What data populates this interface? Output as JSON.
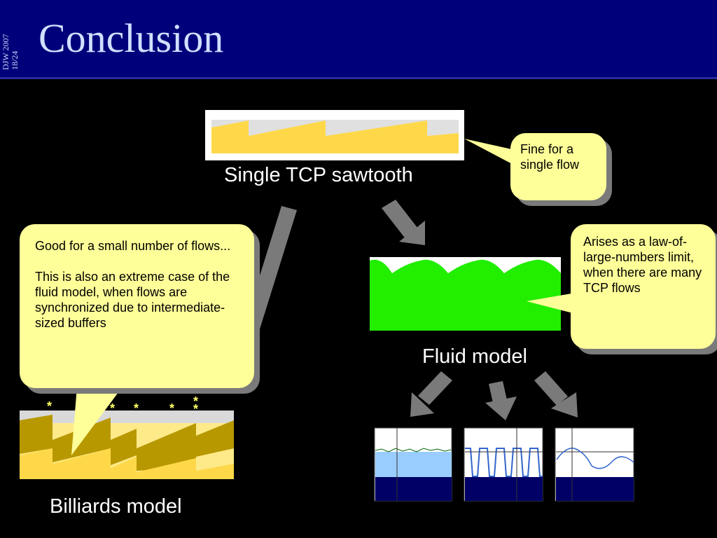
{
  "header": {
    "author_tag": "DJW 2007",
    "page_tag": "18/24",
    "title": "Conclusion"
  },
  "labels": {
    "single_tcp": "Single TCP sawtooth",
    "fluid": "Fluid model",
    "billiards": "Billiards model"
  },
  "callouts": {
    "single_flow": "Fine for a single flow",
    "law_of_large_numbers": "Arises as a law-of-large-numbers limit, when there are many TCP flows",
    "small_number_line1": "Good for a small number of flows...",
    "small_number_line2": "This is also an extreme case of the fluid model, when flows are synchronized due to intermediate-sized buffers"
  },
  "billiards_markers": [
    "*",
    "*",
    "*",
    "*",
    "*",
    "*"
  ],
  "colors": {
    "header_bg": "#00007a",
    "title_text": "#cfe0ff",
    "callout_bg": "#ffff99",
    "sawtooth_fill": "#ffd84a",
    "fluid_fill": "#22ee00",
    "arrow": "#7a7a7a",
    "queue_light": "#99ccff",
    "queue_dark": "#000066"
  }
}
